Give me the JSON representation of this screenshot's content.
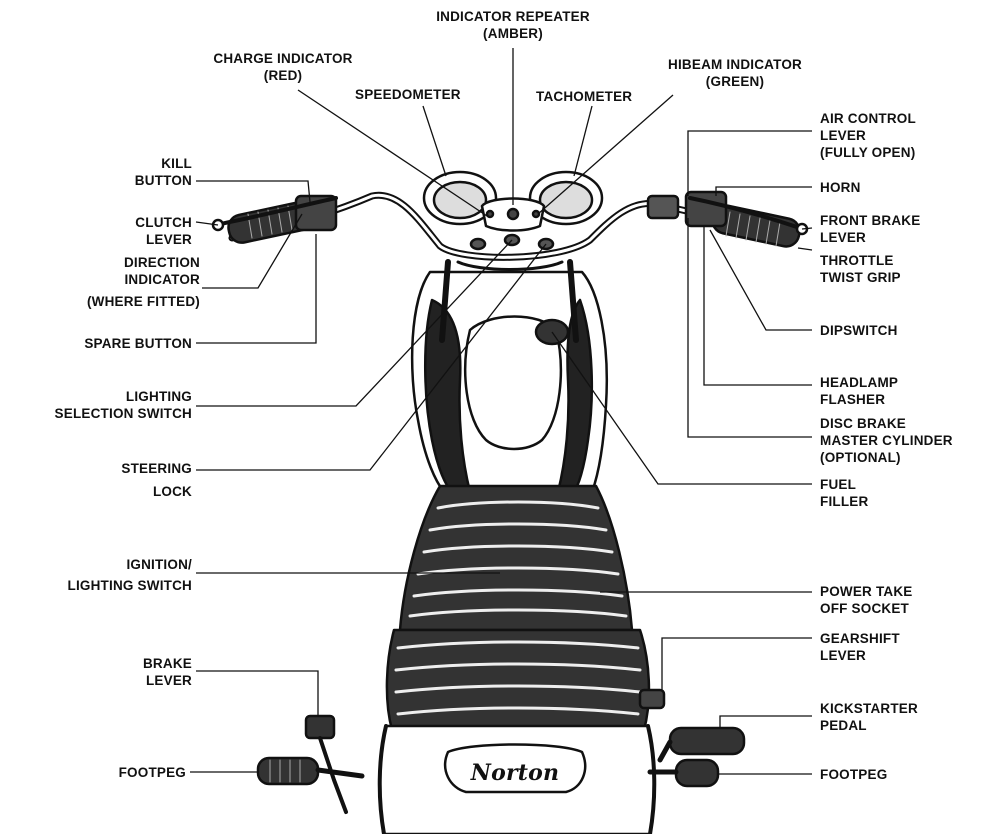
{
  "labels": {
    "indicator_repeater": [
      "INDICATOR REPEATER",
      "(AMBER)"
    ],
    "charge_indicator": [
      "CHARGE INDICATOR",
      "(RED)"
    ],
    "speedometer": [
      "SPEEDOMETER"
    ],
    "tachometer": [
      "TACHOMETER"
    ],
    "hibeam_indicator": [
      "HIBEAM INDICATOR",
      "(GREEN)"
    ],
    "air_control_lever": [
      "AIR CONTROL",
      "LEVER",
      "(FULLY OPEN)"
    ],
    "kill_button": [
      "KILL",
      "BUTTON"
    ],
    "horn": [
      "HORN"
    ],
    "clutch_lever": [
      "CLUTCH",
      "LEVER"
    ],
    "front_brake_lever": [
      "FRONT BRAKE",
      "LEVER"
    ],
    "direction_indicator": [
      "DIRECTION",
      "INDICATOR",
      "(WHERE FITTED)"
    ],
    "throttle_twist_grip": [
      "THROTTLE",
      "TWIST GRIP"
    ],
    "dipswitch": [
      "DIPSWITCH"
    ],
    "spare_button": [
      "SPARE BUTTON"
    ],
    "headlamp_flasher": [
      "HEADLAMP",
      "FLASHER"
    ],
    "lighting_selection_switch": [
      "LIGHTING",
      "SELECTION SWITCH"
    ],
    "disc_brake_master_cylinder": [
      "DISC BRAKE",
      "MASTER CYLINDER",
      "(OPTIONAL)"
    ],
    "steering_lock": [
      "STEERING",
      "LOCK"
    ],
    "fuel_filler": [
      "FUEL",
      "FILLER"
    ],
    "ignition_lighting_switch": [
      "IGNITION/",
      "LIGHTING SWITCH"
    ],
    "power_take_off_socket": [
      "POWER TAKE",
      "OFF SOCKET"
    ],
    "gearshift_lever": [
      "GEARSHIFT",
      "LEVER"
    ],
    "brake_lever": [
      "BRAKE",
      "LEVER"
    ],
    "kickstarter_pedal": [
      "KICKSTARTER",
      "PEDAL"
    ],
    "footpeg_left": [
      "FOOTPEG"
    ],
    "footpeg_right": [
      "FOOTPEG"
    ]
  },
  "brand": "Norton",
  "colors": {
    "ink": "#111111",
    "paper": "#ffffff"
  },
  "icons": [
    "motorcycle-illustration"
  ]
}
